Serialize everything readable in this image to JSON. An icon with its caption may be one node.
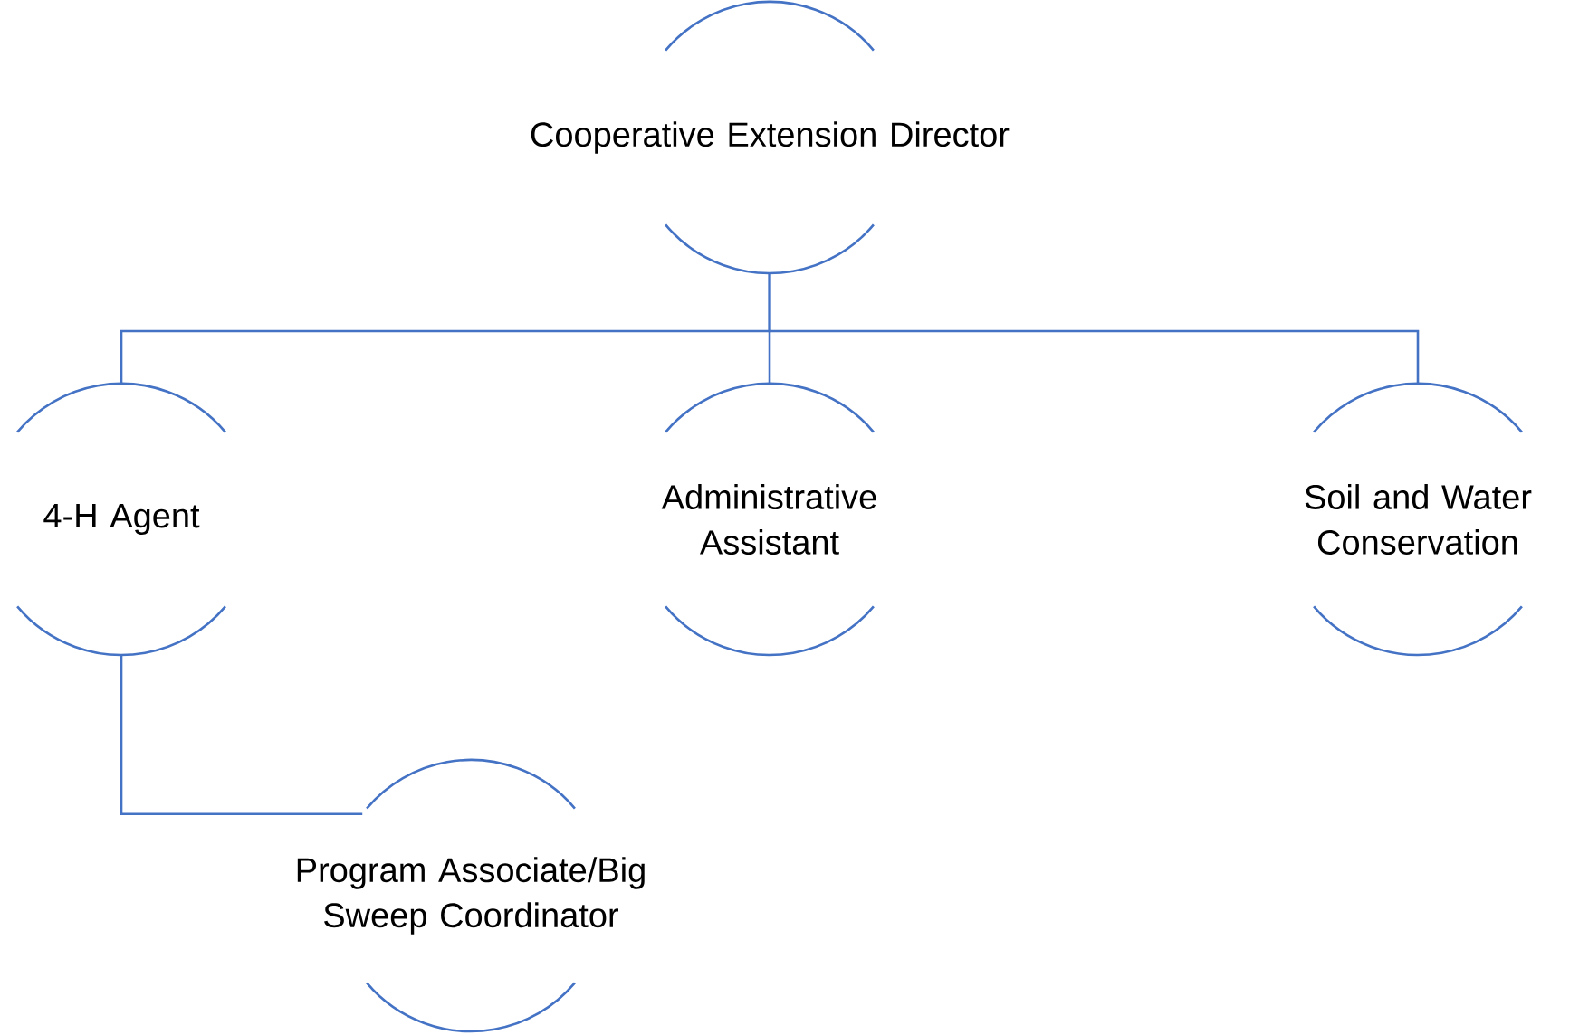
{
  "diagram": {
    "nodes": [
      {
        "text": [
          "Cooperative Extension Director"
        ]
      },
      {
        "text": [
          "4-H Agent"
        ]
      },
      {
        "text": [
          "Administrative Assistant"
        ]
      },
      {
        "text": [
          "Soil and Water Conservation"
        ]
      },
      {
        "text": [
          "Program Associate/Big Sweep Coordinator"
        ]
      }
    ],
    "edges": [
      {
        "from": 0,
        "to": 1,
        "arrow": "none"
      },
      {
        "from": 0,
        "to": 2,
        "arrow": "none"
      },
      {
        "from": 0,
        "to": 3,
        "arrow": "none"
      },
      {
        "from": 1,
        "to": 4,
        "arrow": "none"
      }
    ]
  }
}
